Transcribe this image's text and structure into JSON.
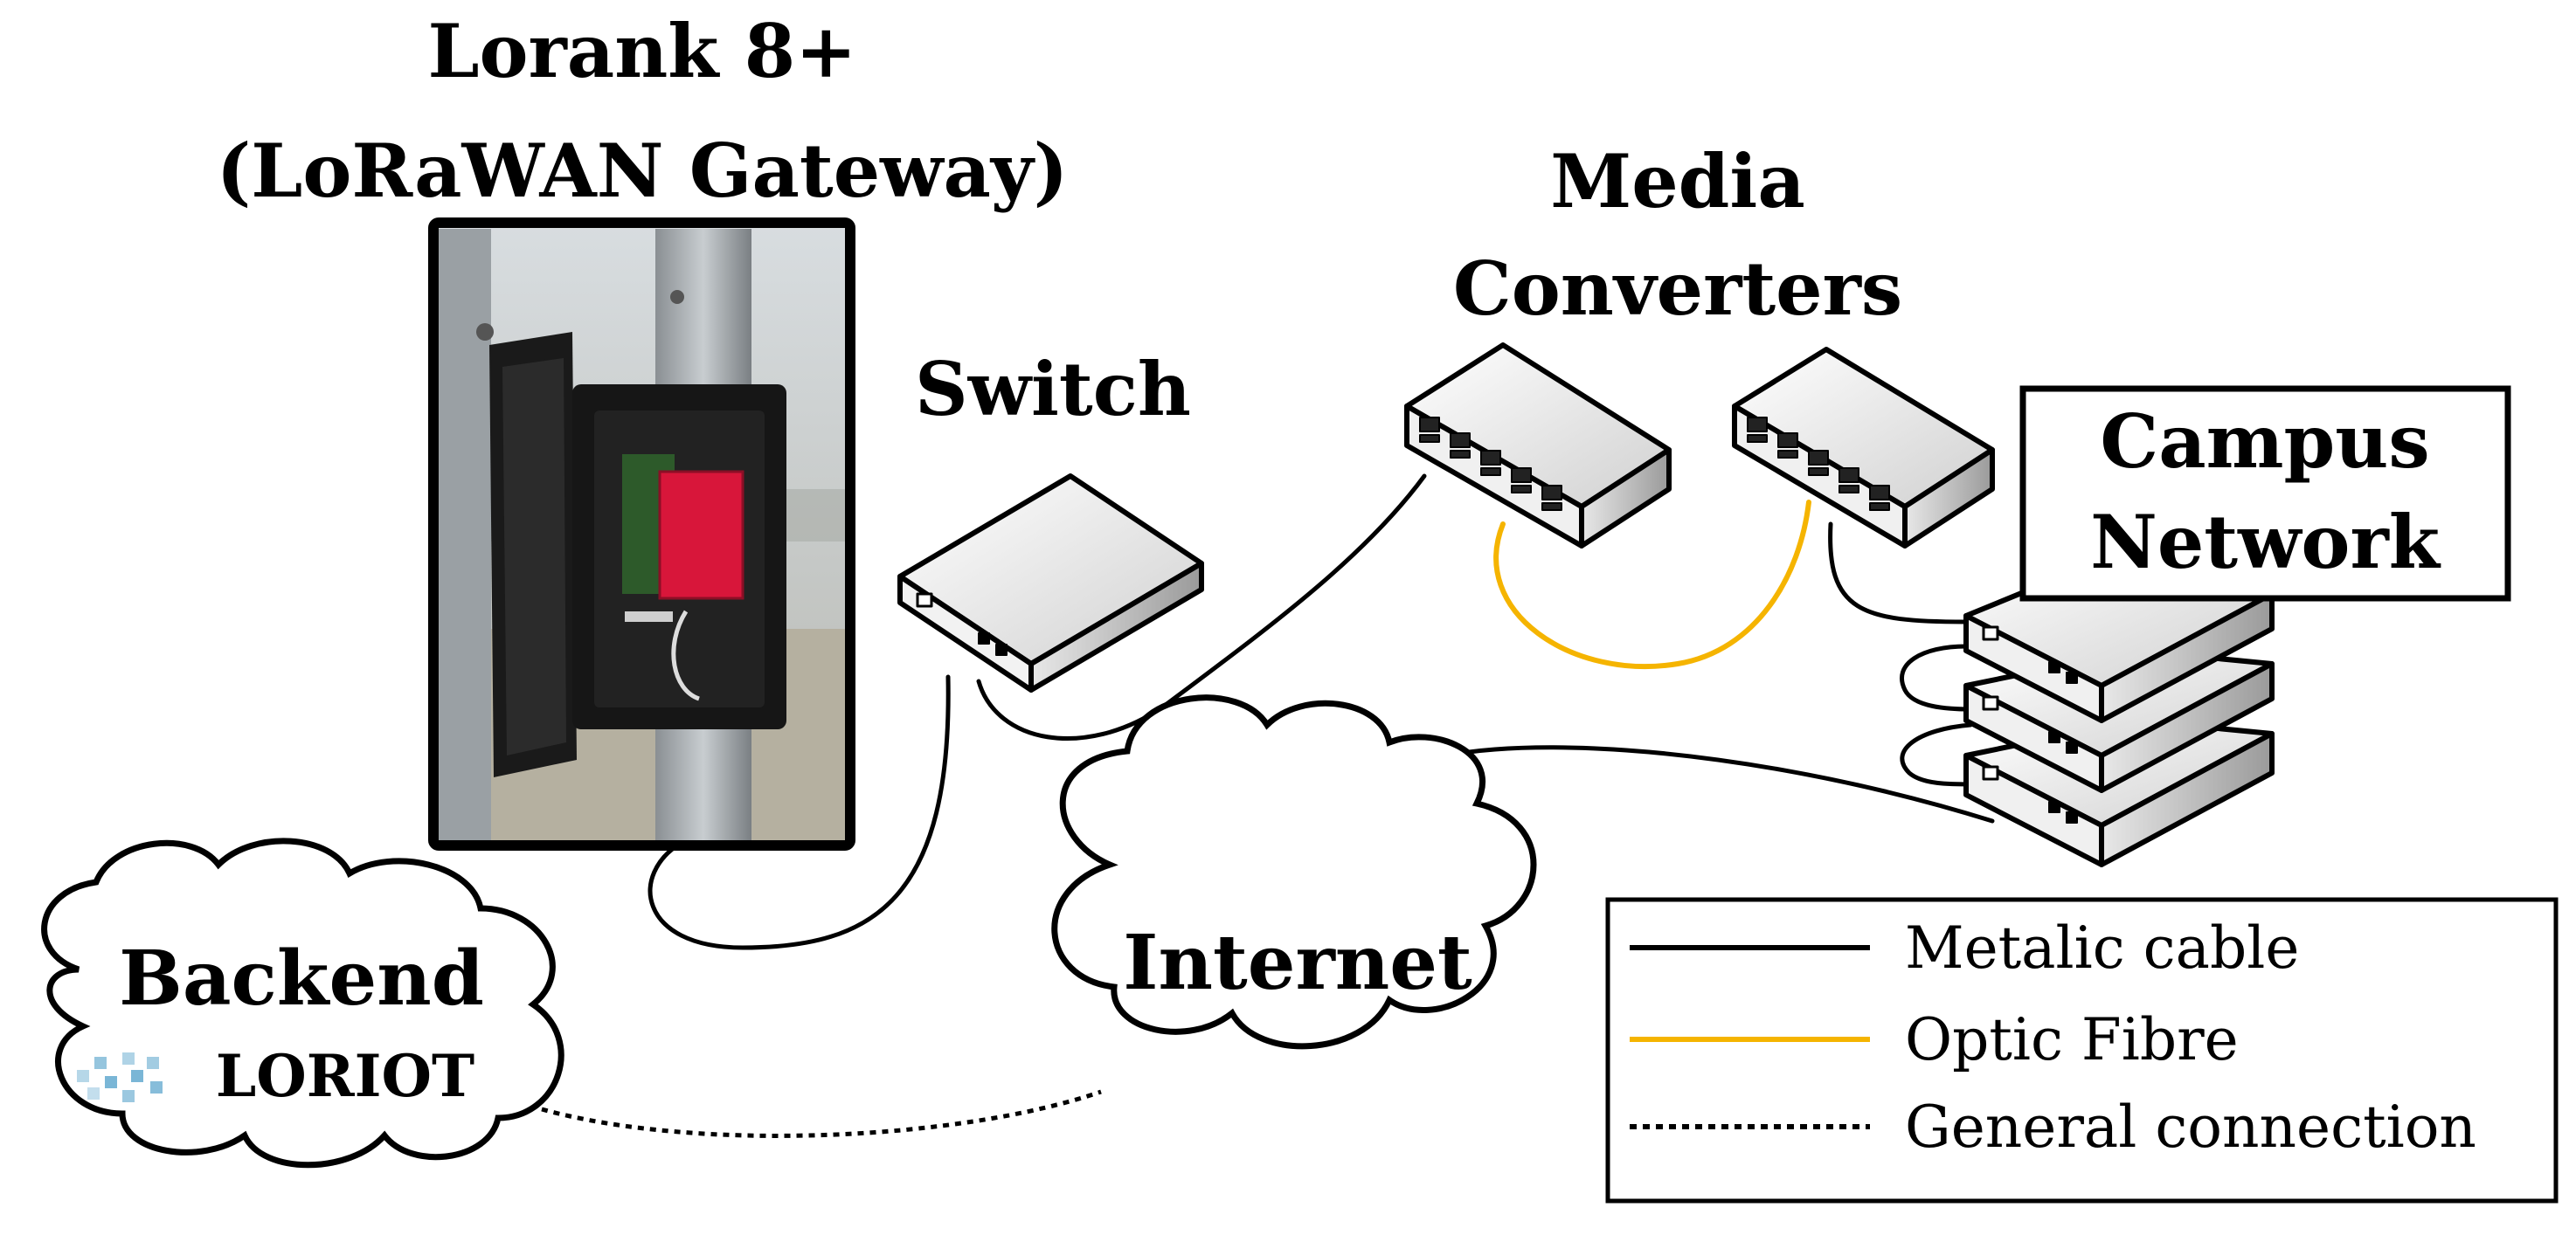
{
  "labels": {
    "gateway_line1": "Lorank 8+",
    "gateway_line2": "(LoRaWAN Gateway)",
    "switch": "Switch",
    "media_line1": "Media",
    "media_line2": "Converters",
    "campus_line1": "Campus",
    "campus_line2": "Network",
    "internet": "Internet",
    "backend": "Backend",
    "loriot": "LORIOT"
  },
  "legend": {
    "items": [
      {
        "label": "Metalic cable",
        "color": "#000000",
        "style": "solid"
      },
      {
        "label": "Optic Fibre",
        "color": "#f5b400",
        "style": "solid"
      },
      {
        "label": "General connection",
        "color": "#000000",
        "style": "dotted"
      }
    ]
  },
  "colors": {
    "device_body": "#e6e6e6",
    "device_dark": "#9a9a9a",
    "fibre": "#f5b400",
    "enclosure_red": "#d8163a",
    "loriot_blue": "#7ab6d6"
  }
}
